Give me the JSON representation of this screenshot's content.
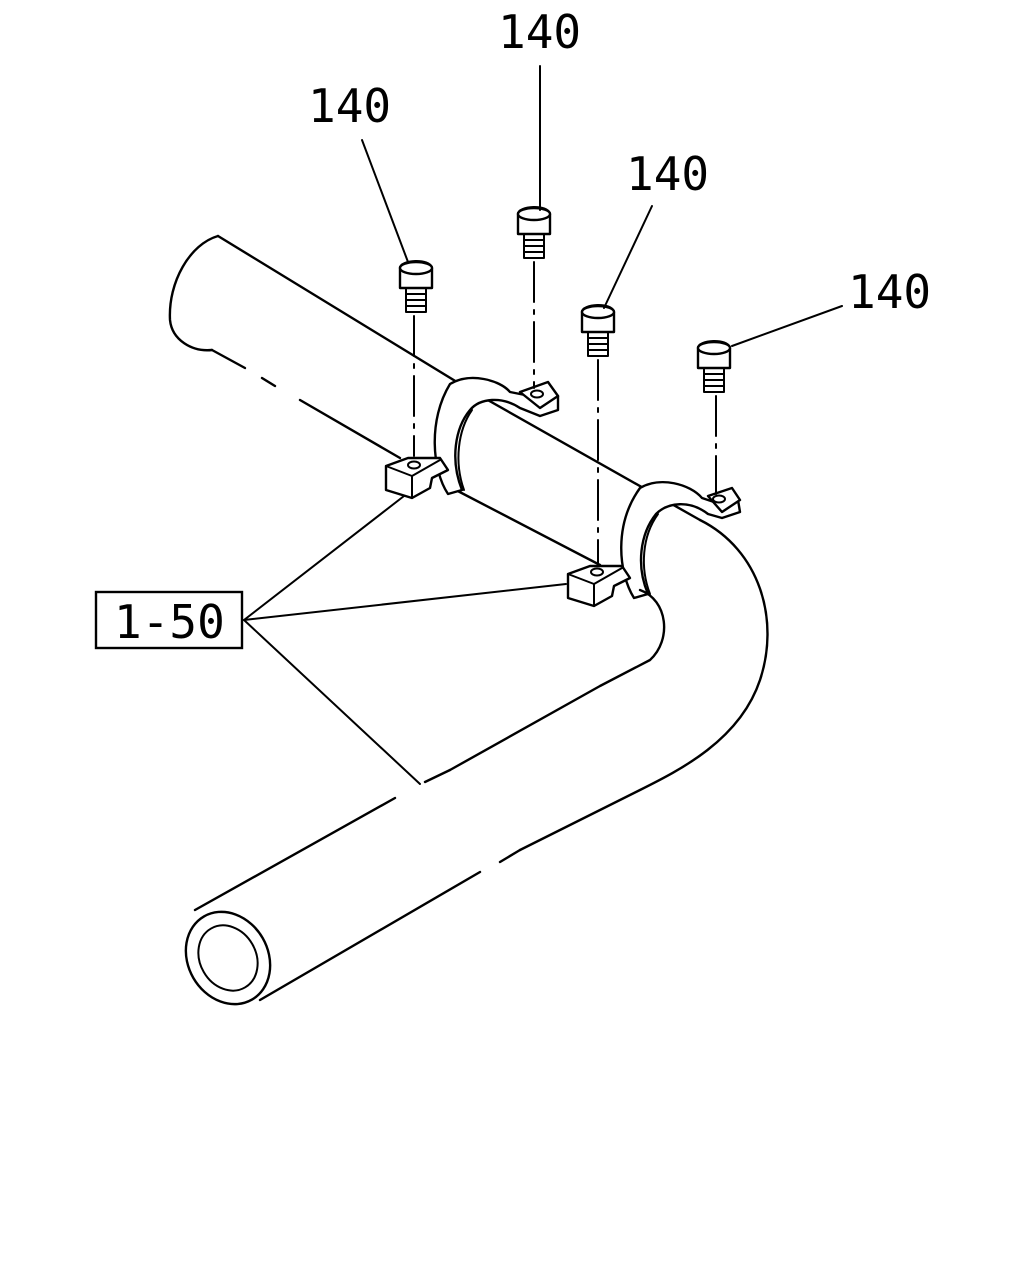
{
  "callouts": {
    "bolt_1": "140",
    "bolt_2": "140",
    "bolt_3": "140",
    "bolt_4": "140",
    "clamp_ref": "1-50"
  }
}
